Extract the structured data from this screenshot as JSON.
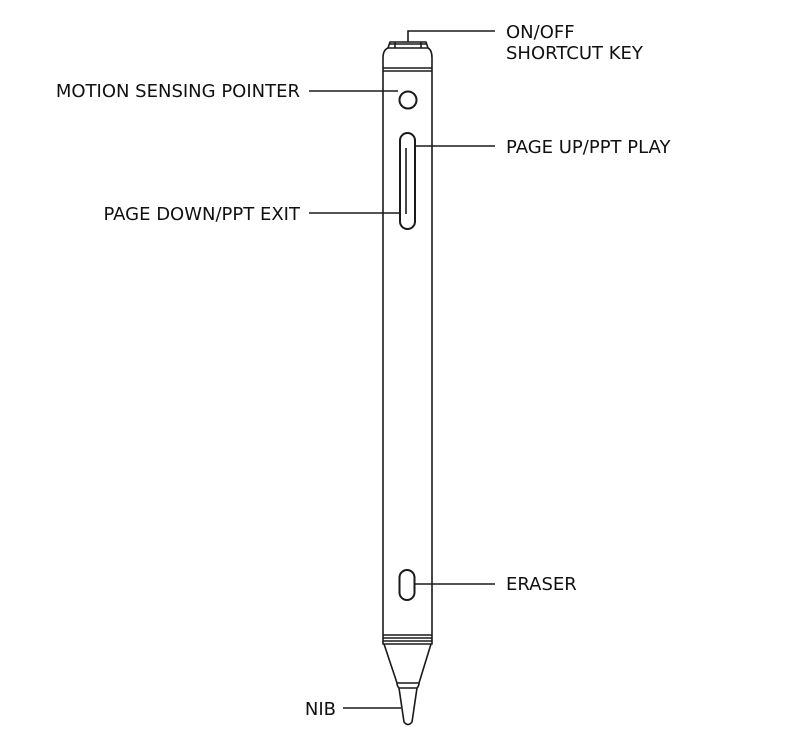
{
  "colors": {
    "stroke": "#1a1a1a",
    "text": "#111111",
    "background": "#ffffff"
  },
  "callouts": {
    "on_off_line1": "ON/OFF",
    "on_off_line2": "SHORTCUT KEY",
    "motion_sensing_pointer": "MOTION SENSING POINTER",
    "page_up": "PAGE UP/PPT PLAY",
    "page_down": "PAGE DOWN/PPT EXIT",
    "eraser": "ERASER",
    "nib": "NIB"
  }
}
